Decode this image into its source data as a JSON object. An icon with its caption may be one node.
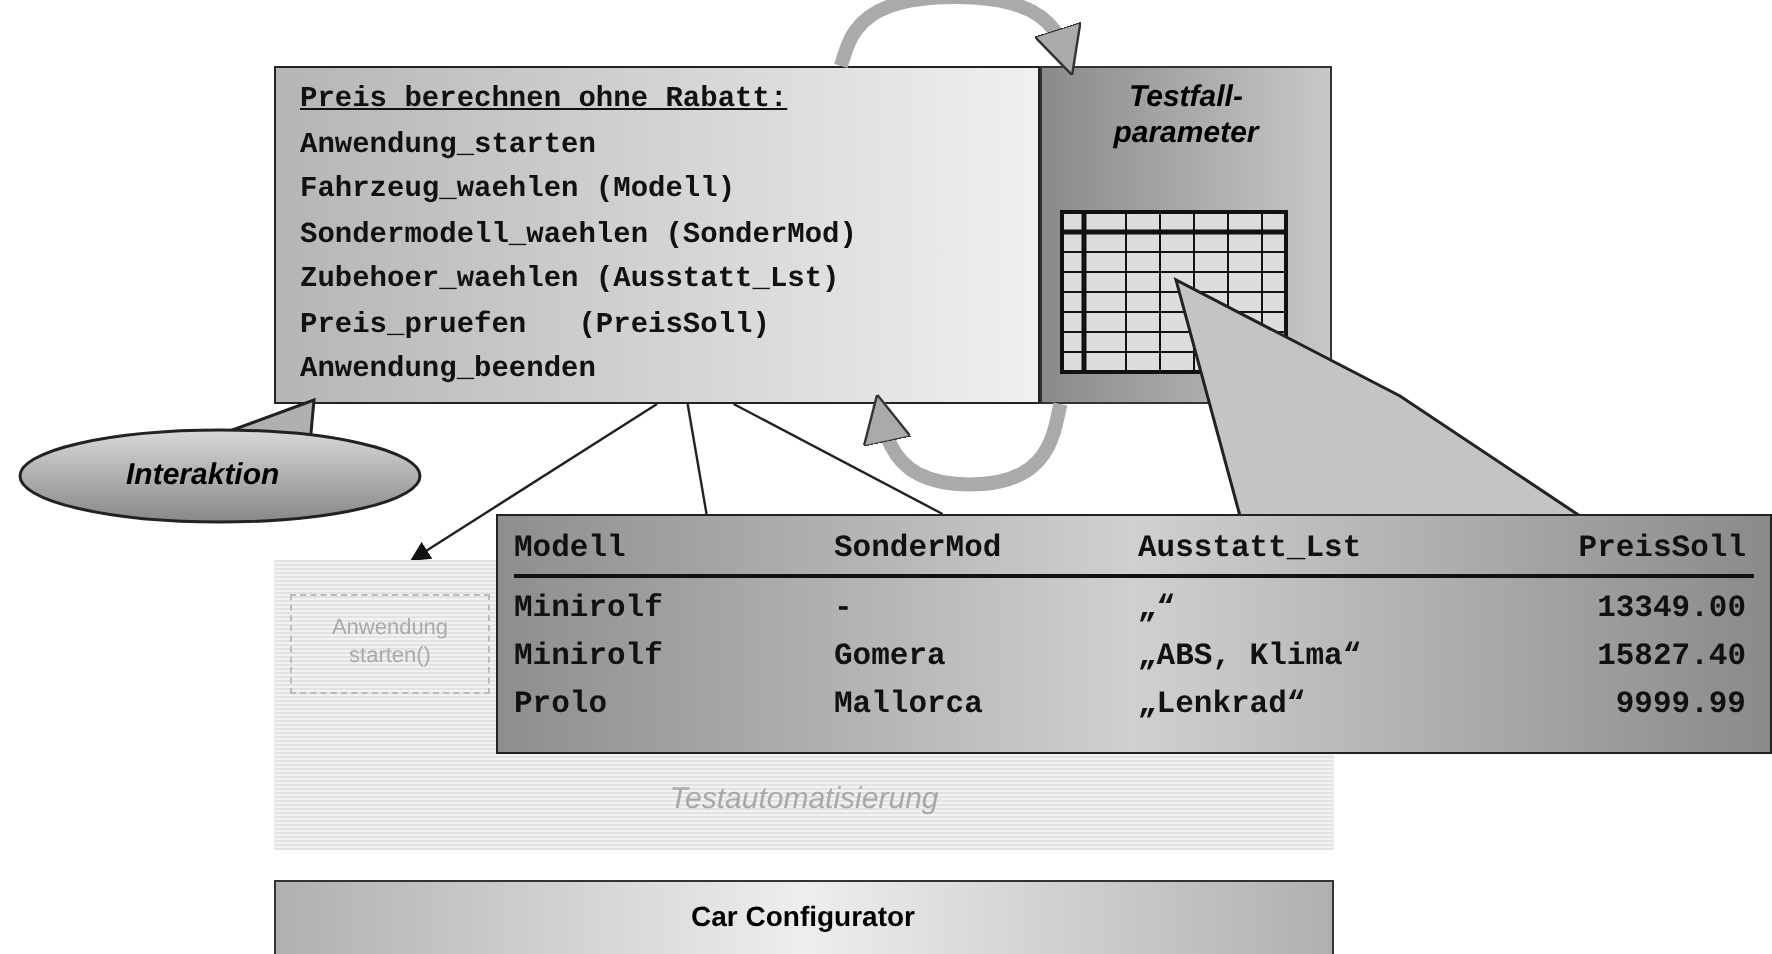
{
  "diagram": {
    "nodes": [
      {
        "text": [
          "Preis berechnen ohne Rabatt:",
          "Anwendung_starten",
          "Fahrzeug_waehlen (Modell)",
          "Sondermodell_waehlen (SonderMod)",
          "Zubehoer_waehlen (Ausstatt_Lst)",
          "Preis_pruefen   (PreisSoll)",
          "Anwendung_beenden"
        ]
      },
      {
        "text": [
          "Testfall-parameter"
        ]
      },
      {
        "text": [
          "Interaktion"
        ]
      },
      {
        "text": [
          "Testautomatisierung"
        ]
      },
      {
        "text": [
          "Anwendung starten()"
        ],
        "in": 3
      },
      {
        "text": [
          "Modell",
          "SonderMod",
          "Ausstatt_Lst",
          "PreisSoll",
          "Minirolf",
          "-",
          "„“",
          "13349.00",
          "Minirolf",
          "Gomera",
          "„ABS, Klima“",
          "15827.40",
          "Prolo",
          "Mallorca",
          "„Lenkrad“",
          "9999.99"
        ]
      },
      {
        "text": [
          "Car Configurator"
        ]
      },
      {
        "text": [],
        "shape": "triangle"
      }
    ],
    "edges": [
      {
        "from": 0,
        "to": 3,
        "arrow": "to"
      },
      {
        "from": 0,
        "to": 5,
        "arrow": "none"
      },
      {
        "from": 0,
        "to": 5,
        "arrow": "none"
      },
      {
        "from": 0,
        "to": 1,
        "arrow": "to",
        "style": "thick",
        "color": "#aaaaaa"
      },
      {
        "from": 1,
        "to": 0,
        "arrow": "to",
        "style": "thick",
        "color": "#aaaaaa"
      }
    ]
  }
}
